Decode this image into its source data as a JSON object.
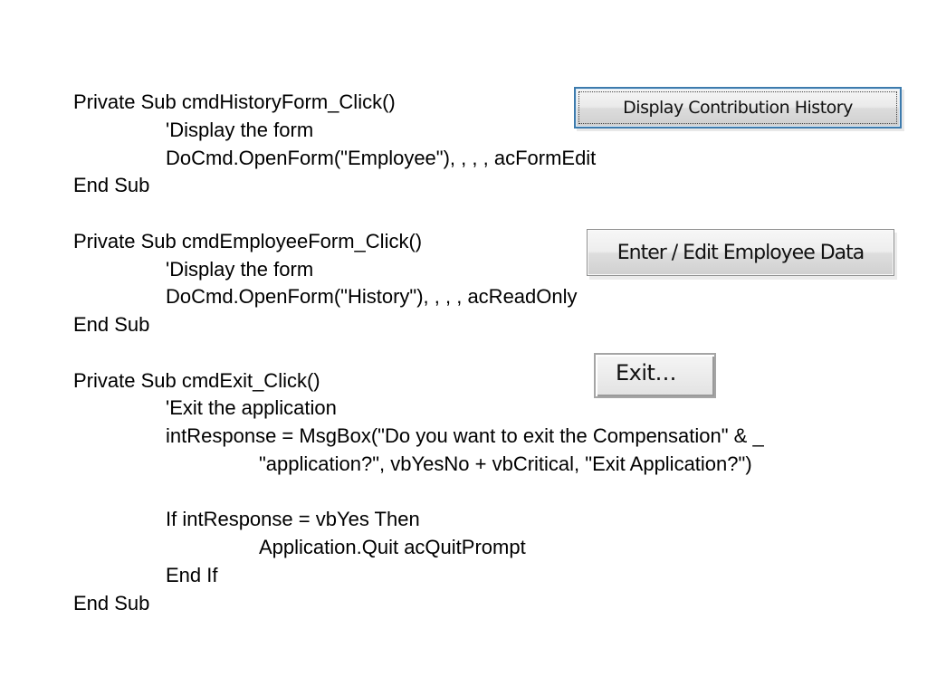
{
  "buttons": {
    "history_label": "Display Contribution History",
    "employee_label": "Enter / Edit Employee Data",
    "exit_label": "Exit…"
  },
  "code": {
    "lines": [
      "Private Sub cmdHistoryForm_Click()",
      "'Display the form",
      "DoCmd.OpenForm(\"Employee\"), , , , acFormEdit",
      "End Sub",
      "",
      "Private Sub cmdEmployeeForm_Click()",
      "'Display the form",
      "DoCmd.OpenForm(\"History\"), , , , acReadOnly",
      "End Sub",
      "",
      "Private Sub cmdExit_Click()",
      "'Exit the application",
      "intResponse = MsgBox(\"Do you want to exit the Compensation\" & _",
      "\"application?\", vbYesNo + vbCritical, \"Exit Application?\")",
      "",
      "If intResponse = vbYes Then",
      "Application.Quit acQuitPrompt",
      "End If",
      "End Sub"
    ]
  }
}
